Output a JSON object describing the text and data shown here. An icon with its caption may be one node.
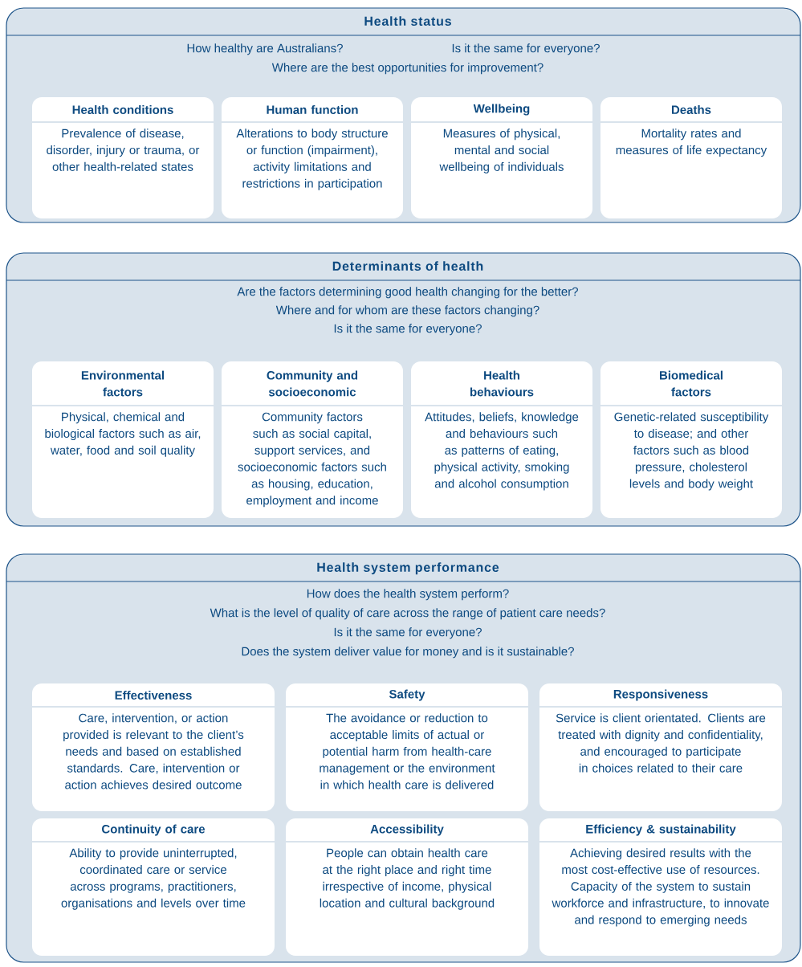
{
  "diagram": {
    "nodes": [
      {
        "text": [
          "Health status",
          "How healthy are Australians?",
          "Is it the same for everyone?",
          "Where are the best opportunities for improvement?"
        ]
      },
      {
        "text": [
          "Health conditions",
          "Prevalence of disease, disorder, injury or trauma, or other health-related states"
        ],
        "in": 0
      },
      {
        "text": [
          "Human function",
          "Alterations to body structure or function (impairment), activity limitations and restrictions in participation"
        ],
        "in": 0
      },
      {
        "text": [
          "Wellbeing",
          "Measures of physical, mental and social wellbeing of individuals"
        ],
        "in": 0
      },
      {
        "text": [
          "Deaths",
          "Mortality rates and measures of life expectancy"
        ],
        "in": 0
      },
      {
        "text": [
          "Determinants of health",
          "Are the factors determining good health changing for the better?",
          "Where and for whom are these factors changing?",
          "Is it the same for everyone?"
        ]
      },
      {
        "text": [
          "Environmental factors",
          "Physical, chemical and biological factors such as air, water, food and soil quality"
        ],
        "in": 5
      },
      {
        "text": [
          "Community and socioeconomic",
          "Community factors such as social capital, support services, and socioeconomic factors such as housing, education, employment and income"
        ],
        "in": 5
      },
      {
        "text": [
          "Health behaviours",
          "Attitudes, beliefs, knowledge and behaviours such as patterns of eating, physical activity, smoking and alcohol consumption"
        ],
        "in": 5
      },
      {
        "text": [
          "Biomedical factors",
          "Genetic-related susceptibility to disease; and other factors such as blood pressure, cholesterol levels and body weight"
        ],
        "in": 5
      },
      {
        "text": [
          "Health system performance",
          "How does the health system perform?",
          "What is the level of quality of care across the range of patient care needs?",
          "Is it the same for everyone?",
          "Does the system deliver value for money and is it sustainable?"
        ]
      },
      {
        "text": [
          "Effectiveness",
          "Care, intervention, or action provided is relevant to the client’s needs and based on established standards. Care, intervention or action achieves desired outcome"
        ],
        "in": 10
      },
      {
        "text": [
          "Safety",
          "The avoidance or reduction to acceptable limits of actual or potential harm from health-care management or the environment in which health care is delivered"
        ],
        "in": 10
      },
      {
        "text": [
          "Responsiveness",
          "Service is client orientated. Clients are treated with dignity and confidentiality, and encouraged to participate in choices related to their care"
        ],
        "in": 10
      },
      {
        "text": [
          "Continuity of care",
          "Ability to provide uninterrupted, coordinated care or service across programs, practitioners, organisations and levels over time"
        ],
        "in": 10
      },
      {
        "text": [
          "Accessibility",
          "People can obtain health care at the right place and right time irrespective of income, physical location and cultural background"
        ],
        "in": 10
      },
      {
        "text": [
          "Efficiency & sustainability",
          "Achieving desired results with the most cost-effective use of resources. Capacity of the system to sustain workforce and infrastructure, to innovate and respond to emerging needs"
        ],
        "in": 10
      }
    ]
  }
}
